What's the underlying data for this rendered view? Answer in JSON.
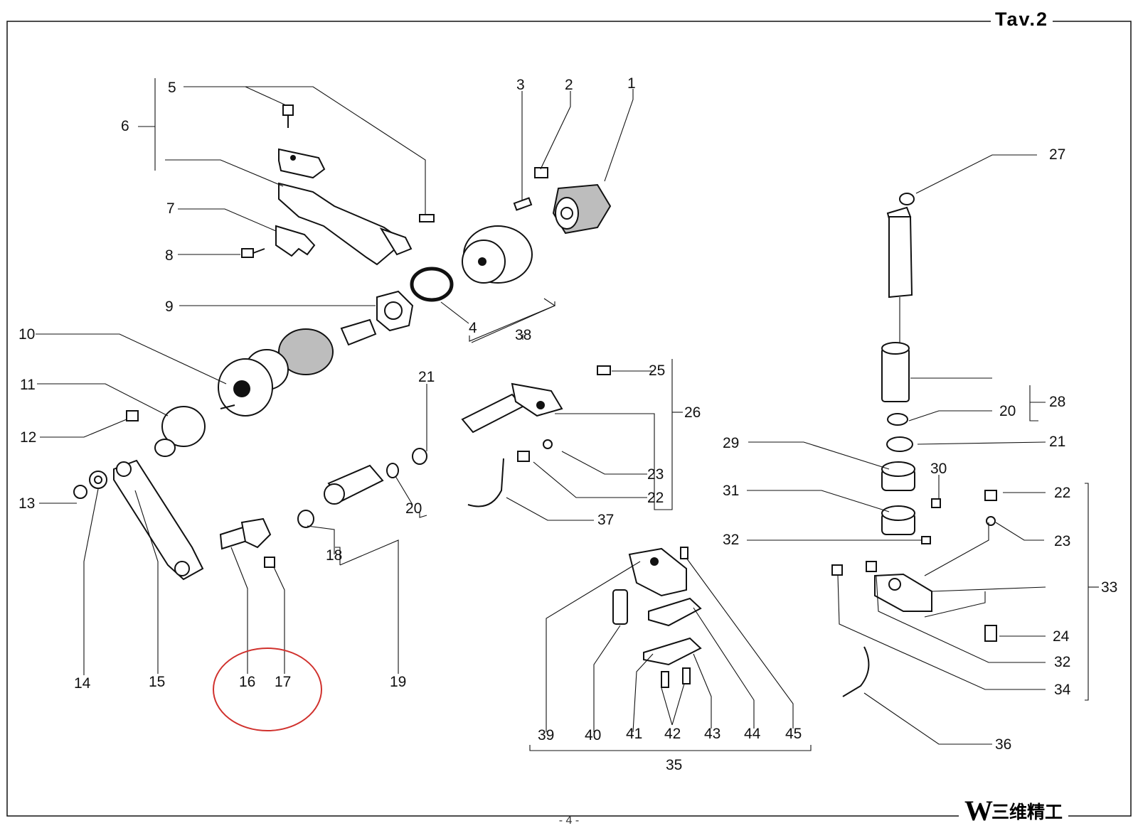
{
  "header": {
    "title": "Tav.2"
  },
  "footer": {
    "page_number": "- 4 -",
    "brand_logo": "W",
    "brand_name": "三维精工"
  },
  "annotation": {
    "type": "red-circle",
    "color": "#d0312d",
    "highlights": [
      "16",
      "17"
    ]
  },
  "callouts": [
    "1",
    "2",
    "3",
    "4",
    "5",
    "6",
    "7",
    "8",
    "9",
    "10",
    "11",
    "12",
    "13",
    "14",
    "15",
    "16",
    "17",
    "18",
    "19",
    "20",
    "21",
    "22",
    "23",
    "24",
    "25",
    "26",
    "27",
    "28",
    "29",
    "30",
    "31",
    "32",
    "33",
    "34",
    "35",
    "36",
    "37",
    "38",
    "39",
    "40",
    "41",
    "42",
    "43",
    "44",
    "45"
  ]
}
